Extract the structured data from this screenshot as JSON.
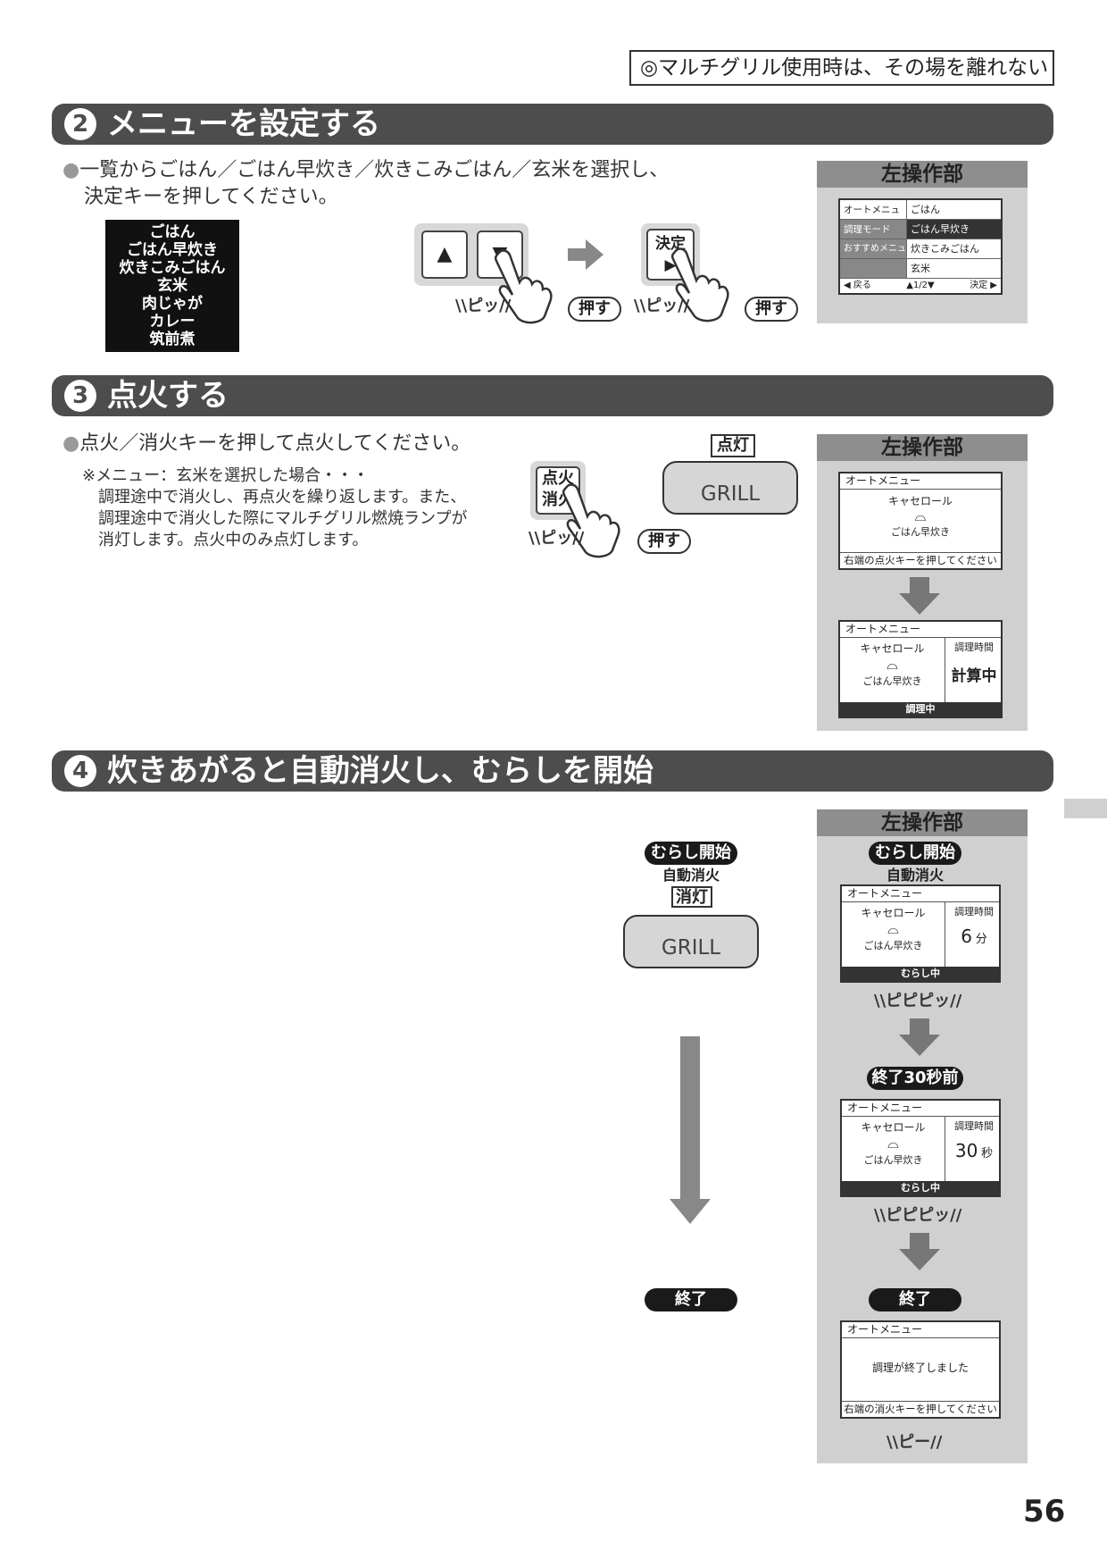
{
  "notice": "◎マルチグリル使用時は、その場を離れない",
  "section2": {
    "num": "2",
    "title": "メニューを設定する",
    "text1": "一覧からごはん／ごはん早炊き／炊きこみごはん／玄米を選択し、",
    "text2": "決定キーを押してください。",
    "menu_items": [
      "ごはん",
      "ごはん早炊き",
      "炊きこみごはん",
      "玄米",
      "肉じゃが",
      "カレー",
      "筑前煮"
    ],
    "up_key": "▲",
    "down_key": "▼",
    "kettei_key": "決定",
    "kettei_arrow": "▶",
    "pitsu": "ピッ",
    "push": "押す",
    "panel_title": "左操作部",
    "lcd": {
      "rows": [
        {
          "left": "オートメニュー",
          "right": "ごはん"
        },
        {
          "left": "調理モード",
          "right": "ごはん早炊き"
        },
        {
          "left": "おすすめメニュー",
          "right": "炊きこみごはん"
        },
        {
          "left": "",
          "right": "玄米"
        }
      ],
      "foot_back": "◀ 戻る",
      "foot_page": "▲1/2▼",
      "foot_ok": "決定 ▶"
    }
  },
  "section3": {
    "num": "3",
    "title": "点火する",
    "text1": "点火／消火キーを押して点火してください。",
    "note1": "※メニュー：玄米を選択した場合・・・",
    "note2": "調理途中で消火し、再点火を繰り返します。また、",
    "note3": "調理途中で消火した際にマルチグリル燃焼ランプが",
    "note4": "消灯します。点火中のみ点灯します。",
    "key_top": "点火",
    "key_bottom": "消火",
    "pitsu": "ピッ",
    "push": "押す",
    "lamp_label": "点灯",
    "grill": "GRILL",
    "panel_title": "左操作部",
    "lcd1": {
      "hdr": "オートメニュー",
      "menu": "キャセロール",
      "sub": "ごはん早炊き",
      "foot": "右端の点火キーを押してください"
    },
    "lcd2": {
      "hdr": "オートメニュー",
      "menu": "キャセロール",
      "sub": "ごはん早炊き",
      "time_label": "調理時間",
      "time_val": "計算中",
      "foot": "調理中"
    }
  },
  "section4": {
    "num": "4",
    "title": "炊きあがると自動消火し、むらしを開始",
    "murashi_start": "むらし開始",
    "auto_off": "自動消火",
    "lamp_label": "消灯",
    "grill": "GRILL",
    "end": "終了",
    "panel_title": "左操作部",
    "lcd1": {
      "hdr": "オートメニュー",
      "menu": "キャセロール",
      "sub": "ごはん早炊き",
      "time_label": "調理時間",
      "time_num": "6",
      "time_unit": "分",
      "foot": "むらし中"
    },
    "beep1": "ピピピッ",
    "end30": "終了30秒前",
    "lcd2": {
      "hdr": "オートメニュー",
      "menu": "キャセロール",
      "sub": "ごはん早炊き",
      "time_label": "調理時間",
      "time_num": "30",
      "time_unit": "秒",
      "foot": "むらし中"
    },
    "beep2": "ピピピッ",
    "lcd3": {
      "hdr": "オートメニュー",
      "msg": "調理が終了しました",
      "foot": "右端の消火キーを押してください"
    },
    "beep3": "ピー"
  },
  "page_number": "56"
}
